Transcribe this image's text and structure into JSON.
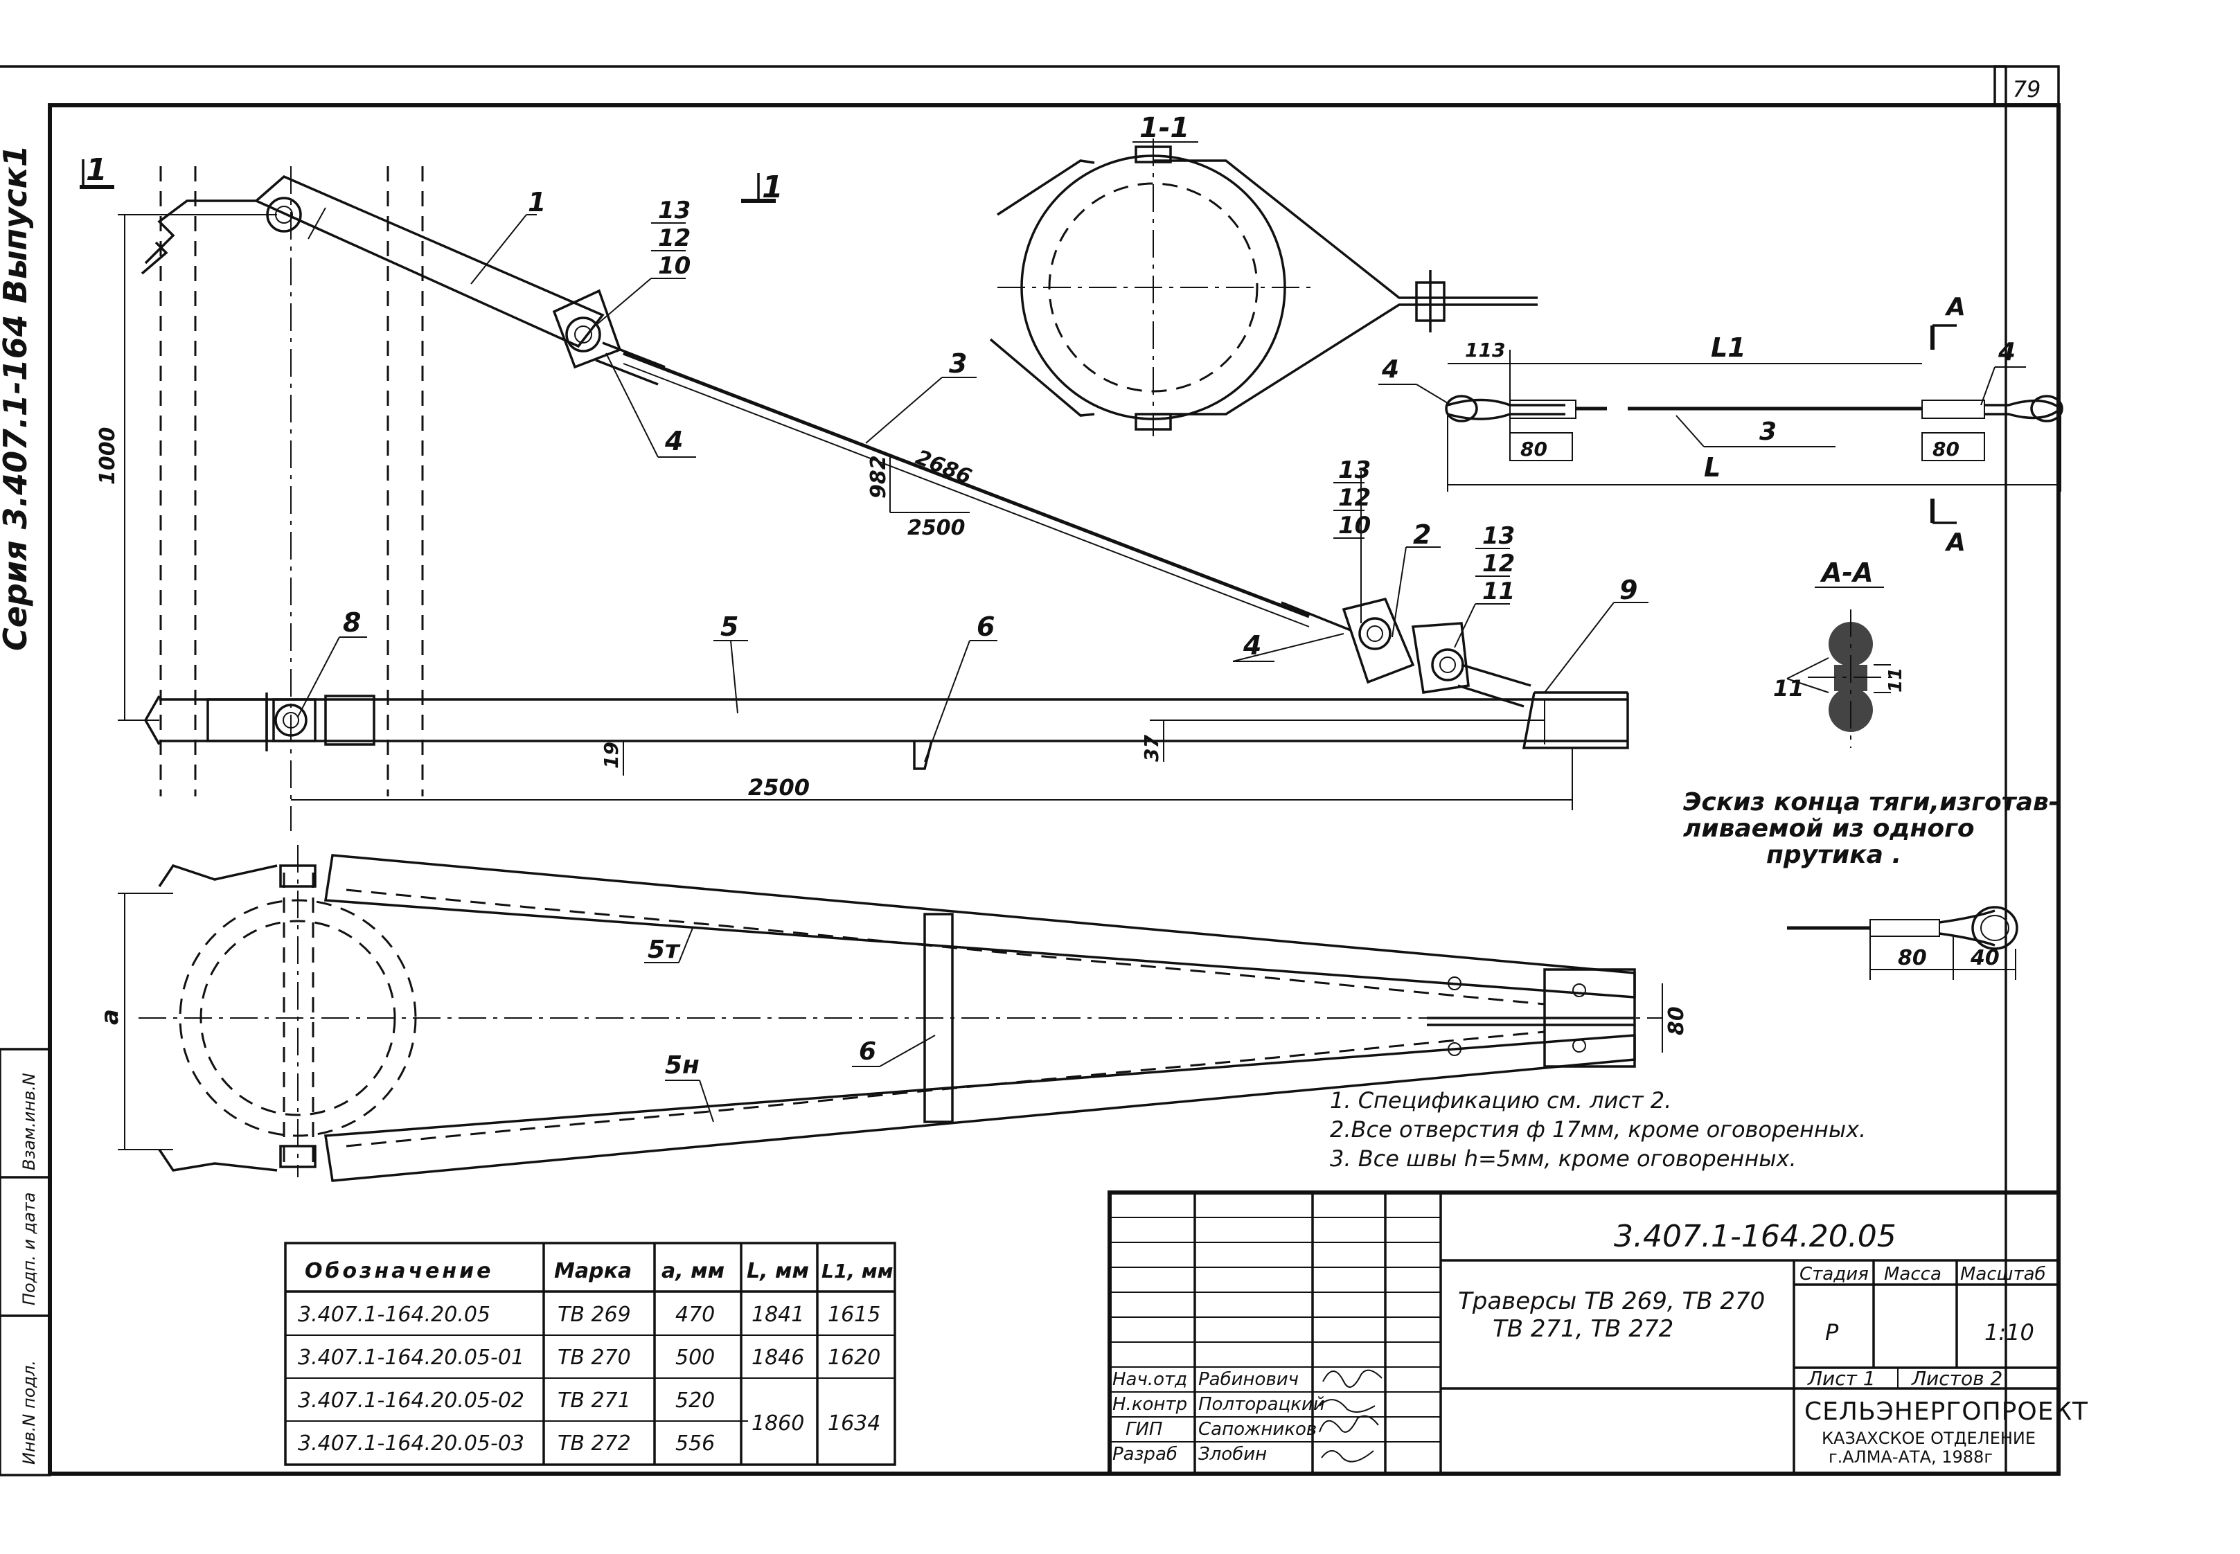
{
  "sheet_number": "79",
  "side_title": "Серия 3.407.1-164 Выпуск1",
  "section_marks": {
    "a": "1",
    "b": "1",
    "section": "1-1",
    "aa_title": "А-А",
    "a_left": "А",
    "a_right": "А"
  },
  "callouts": {
    "c1": "1",
    "c2": "2",
    "c3a": "3",
    "c3b": "3",
    "c4a": "4",
    "c4b": "4",
    "c4c": "4",
    "c4d": "4",
    "c5": "5",
    "c6a": "6",
    "c6b": "6",
    "c8": "8",
    "c9": "9",
    "c11": "11",
    "c5t": "5т",
    "c5n": "5н",
    "stack_a": [
      "13",
      "12",
      "10"
    ],
    "stack_b": [
      "13",
      "12",
      "10"
    ],
    "stack_c": [
      "13",
      "12",
      "11"
    ]
  },
  "dimensions": {
    "d1000": "1000",
    "d982": "982",
    "d2686": "2686",
    "d2500_slope": "2500",
    "d2500_base": "2500",
    "d19": "19",
    "d37": "37",
    "d113": "113",
    "dL1": "L1",
    "dL": "L",
    "d80a": "80",
    "d80b": "80",
    "d80c": "80",
    "d40": "40",
    "d80_side": "80",
    "d_a": "a",
    "d11": "11"
  },
  "sketch_caption": [
    "Эскиз конца тяги,изготав-",
    "ливаемой из одного",
    "прутика ."
  ],
  "notes": [
    "1. Спецификацию  см. лист 2.",
    "2.Все отверстия ф 17мм, кроме оговоренных.",
    "3. Все  швы  h=5мм,  кроме оговоренных."
  ],
  "table": {
    "headers": [
      "Обозначение",
      "Марка",
      "a, мм",
      "L, мм",
      "L1, мм"
    ],
    "rows": [
      [
        "3.407.1-164.20.05",
        "ТВ 269",
        "470",
        "1841",
        "1615"
      ],
      [
        "3.407.1-164.20.05-01",
        "ТВ 270",
        "500",
        "1846",
        "1620"
      ],
      [
        "3.407.1-164.20.05-02",
        "ТВ 271",
        "520",
        "1860",
        "1634"
      ],
      [
        "3.407.1-164.20.05-03",
        "ТВ 272",
        "556",
        "",
        ""
      ]
    ]
  },
  "title_block": {
    "code": "3.407.1-164.20.05",
    "title_line1": "Траверсы ТВ 269, ТВ 270",
    "title_line2": "ТВ 271,  ТВ 272",
    "stage_label": "Стадия",
    "mass_label": "Масса",
    "scale_label": "Масштаб",
    "stage": "Р",
    "mass": "",
    "scale": "1:10",
    "sheet_label": "Лист 1",
    "sheets_label": "Листов 2",
    "org": "СЕЛЬЭНЕРГОПРОЕКТ",
    "org_sub1": "КАЗАХСКОЕ ОТДЕЛЕНИЕ",
    "org_sub2": "г.АЛМА-АТА, 1988г",
    "staff": [
      {
        "role": "Нач.отд",
        "name": "Рабинович"
      },
      {
        "role": "Н.контр",
        "name": "Полторацкий"
      },
      {
        "role": "ГИП",
        "name": "Сапожников"
      },
      {
        "role": "Разраб",
        "name": "Злобин"
      }
    ]
  },
  "margin_labels": [
    "Инв.N подл.",
    "Подп. и дата",
    "Взам.инв.N"
  ]
}
